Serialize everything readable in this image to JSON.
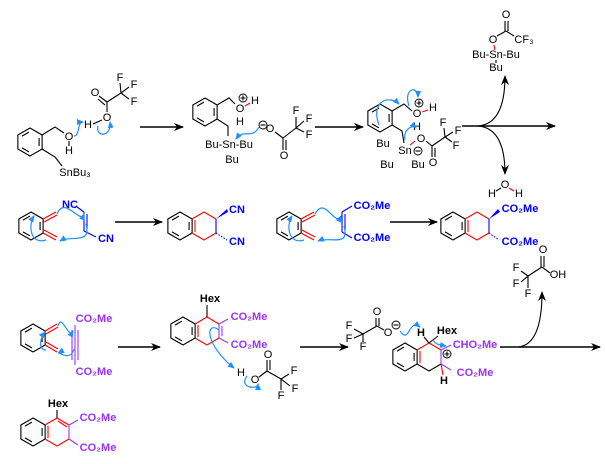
{
  "colors": {
    "bond": "#000000",
    "new_bond": "#ff0000",
    "nitrile_ester": "#0000ff",
    "alkyne_ester": "#9933ff",
    "curly_arrow": "#1e90ff"
  },
  "mol_a": {
    "o": "O",
    "h_oh": "H",
    "snbu3": "SnBu₃",
    "h_acid": "H",
    "o_ester": "O",
    "o_carbonyl": "O",
    "f1": "F",
    "f2": "F",
    "f3": "F"
  },
  "mol_b": {
    "o": "O",
    "h1": "H",
    "h2": "H",
    "sn_line": "Bu-Sn-Bu",
    "bu": "Bu",
    "o_minus": "O",
    "o_carbonyl": "O",
    "f1": "F",
    "f2": "F",
    "f3": "F"
  },
  "mol_c": {
    "o": "O",
    "h1": "H",
    "h2": "H",
    "o_ester": "O",
    "sn": "Sn",
    "bu1": "Bu",
    "bu2": "Bu",
    "bu3": "Bu",
    "o_carbonyl": "O",
    "f1": "F",
    "f2": "F",
    "f3": "F"
  },
  "byproduct_tin": {
    "o_carbonyl": "O",
    "o": "O",
    "cf3": "CF₃",
    "sn_line": "Bu-Sn-Bu",
    "bu": "Bu"
  },
  "byproduct_water": {
    "o": "O",
    "h1": "H",
    "h2": "H"
  },
  "mol_d": {
    "nc": "NC",
    "cn": "CN"
  },
  "mol_e": {
    "cn1": "CN",
    "cn2": "CN"
  },
  "mol_f": {
    "ester1": "CO₂Me",
    "ester2": "CO₂Me"
  },
  "mol_g": {
    "ester1": "CO₂Me",
    "ester2": "CO₂Me"
  },
  "tfa": {
    "o": "O",
    "oh": "OH",
    "f1": "F",
    "f2": "F",
    "f3": "F"
  },
  "mol_h": {
    "ester1": "CO₂Me",
    "ester2": "CO₂Me"
  },
  "mol_i": {
    "hex": "Hex",
    "ester1": "CO₂Me",
    "ester2": "CO₂Me",
    "h": "H",
    "o": "O",
    "o_carbonyl": "O",
    "f1": "F",
    "f2": "F",
    "f3": "F"
  },
  "tfa_anion": {
    "o_carbonyl": "O",
    "o_minus": "O",
    "f1": "F",
    "f2": "F",
    "f3": "F"
  },
  "mol_j": {
    "h_top": "H",
    "hex": "Hex",
    "ester1": "CHO₂Me",
    "ester2": "CO₂Me",
    "h_bottom": "H"
  },
  "mol_k": {
    "hex": "Hex",
    "ester1": "CO₂Me",
    "ester2": "CO₂Me"
  }
}
